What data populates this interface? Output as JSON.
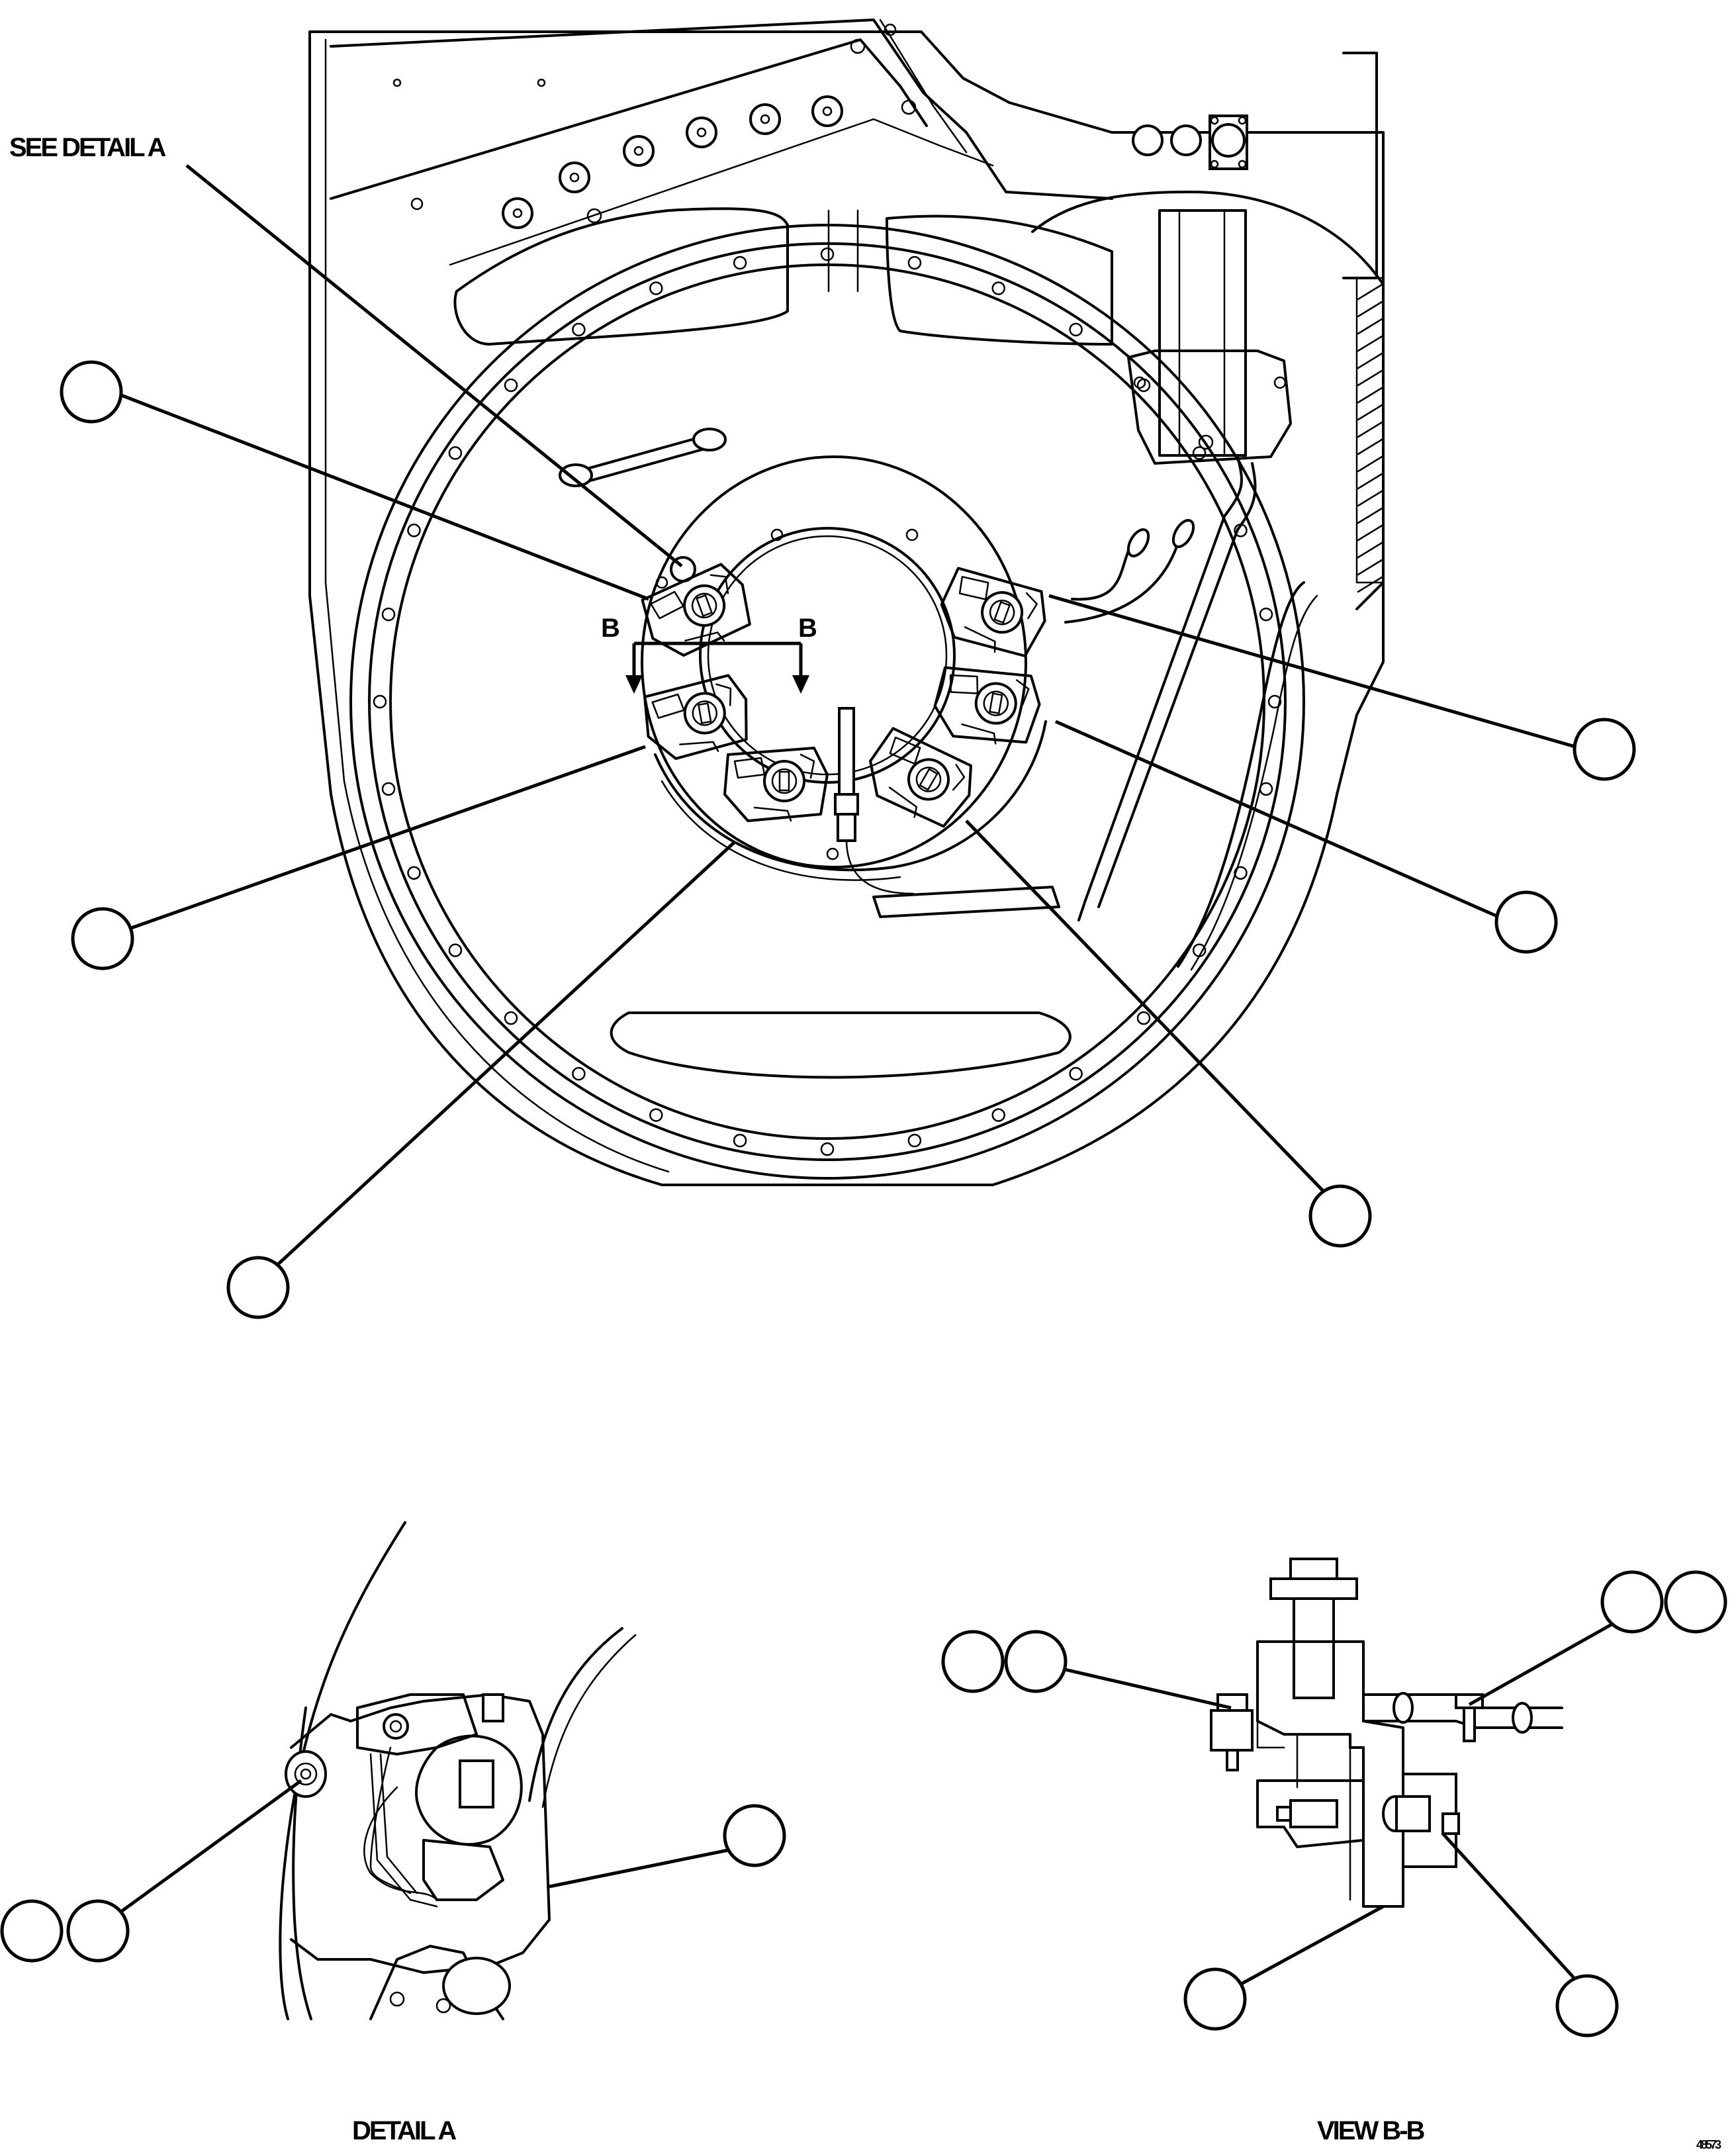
{
  "labels": {
    "see_detail": "SEE DETAIL A",
    "section_left": "B",
    "section_right": "B",
    "detail_title": "DETAIL A",
    "view_title": "VIEW B-B",
    "drawing_number": "48573"
  },
  "colors": {
    "line": "#000000",
    "background": "#ffffff"
  }
}
